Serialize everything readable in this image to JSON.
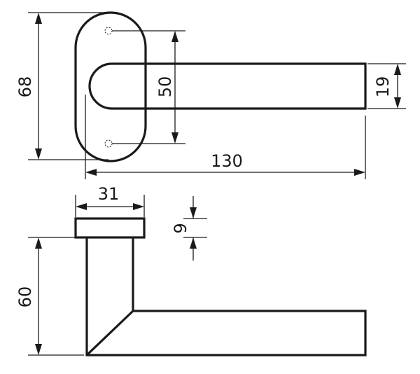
{
  "drawing": {
    "dimensions": {
      "rose_height": "68",
      "screw_spacing": "50",
      "lever_thickness": "19",
      "lever_length": "130",
      "rose_diameter": "31",
      "rose_depth": "9",
      "lever_projection": "60"
    },
    "colors": {
      "line": "#1a1a1a",
      "background": "#ffffff"
    }
  }
}
